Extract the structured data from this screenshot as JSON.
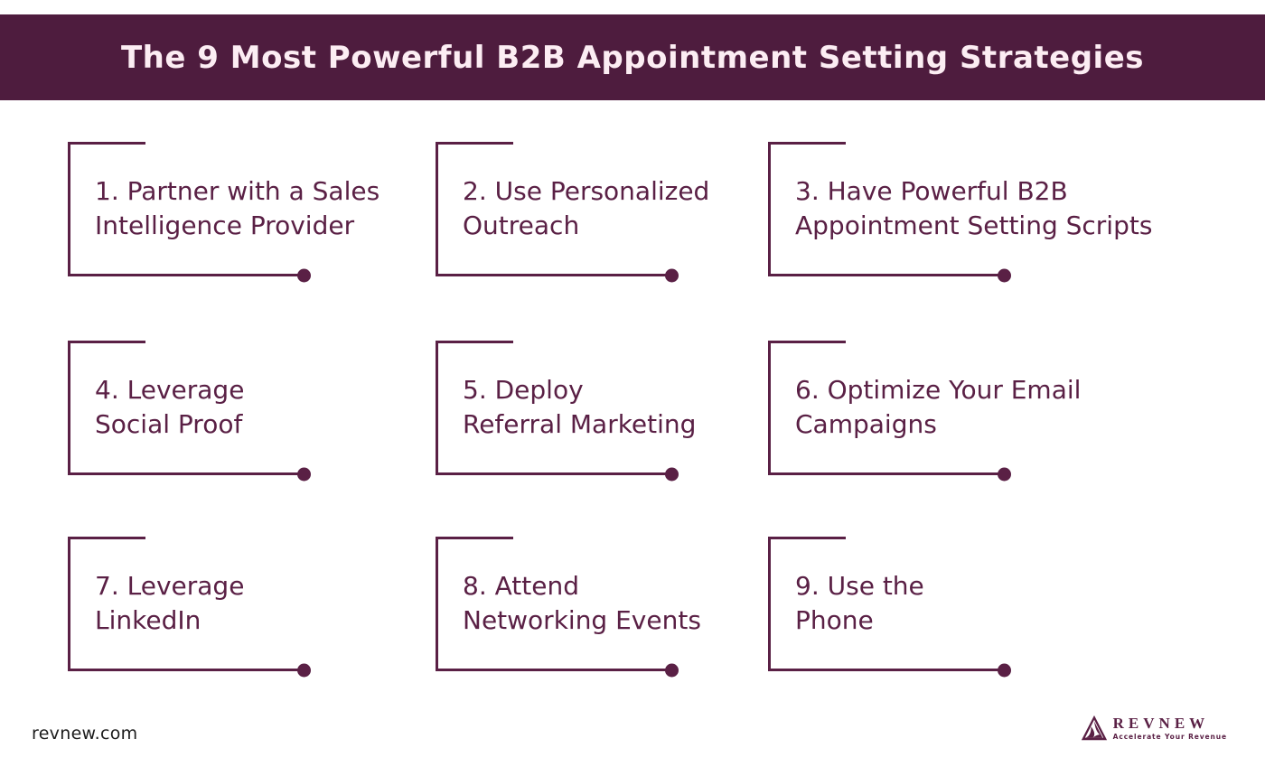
{
  "header": {
    "title": "The 9 Most Powerful B2B Appointment Setting Strategies"
  },
  "items": [
    {
      "line1": "1. Partner with a Sales",
      "line2": "Intelligence Provider"
    },
    {
      "line1": "2. Use Personalized",
      "line2": "Outreach"
    },
    {
      "line1": "3. Have Powerful B2B",
      "line2": "Appointment Setting Scripts"
    },
    {
      "line1": "4. Leverage",
      "line2": "Social Proof"
    },
    {
      "line1": "5. Deploy",
      "line2": "Referral Marketing"
    },
    {
      "line1": "6. Optimize Your Email",
      "line2": "Campaigns"
    },
    {
      "line1": "7. Leverage",
      "line2": "LinkedIn"
    },
    {
      "line1": "8. Attend",
      "line2": "Networking Events"
    },
    {
      "line1": "9. Use the",
      "line2": "Phone"
    }
  ],
  "footer": {
    "website": "revnew.com",
    "logo": {
      "brand": "REVNEW",
      "tagline": "Accelerate Your Revenue",
      "icon": "mountain-wave-triangle-icon"
    }
  },
  "colors": {
    "accent": "#5a2045",
    "header_background": "#4e1c3e",
    "title_text": "#fcedf3",
    "footer_text": "#1c1c1c"
  }
}
